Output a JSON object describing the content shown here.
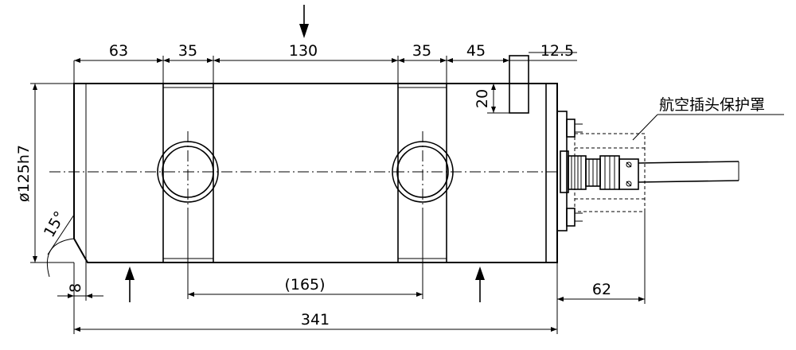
{
  "dimensions": {
    "d63": "63",
    "d35a": "35",
    "d130": "130",
    "d35b": "35",
    "d45": "45",
    "d12_5": "12.5",
    "d20": "20",
    "d125": "ø125h7",
    "angle15": "15°",
    "d8": "8",
    "d165": "(165)",
    "d62": "62",
    "d341": "341"
  },
  "annotations": {
    "connector_cover": "航空插头保护罩"
  }
}
